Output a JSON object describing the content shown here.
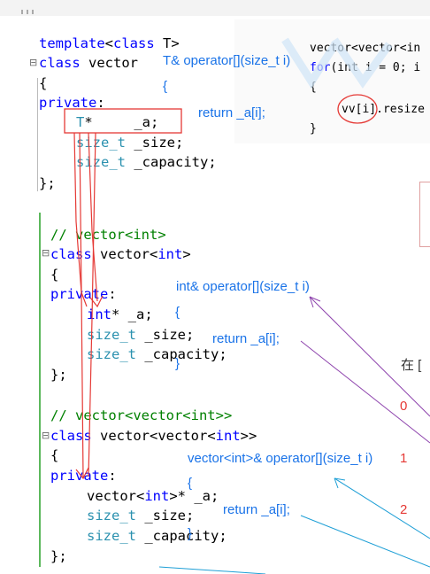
{
  "block1": {
    "line1": {
      "kw1": "template",
      "p1": "<",
      "kw2": "class",
      "p2": " T>"
    },
    "line2": {
      "kw": "class",
      "name": " vector"
    },
    "line3": "{",
    "line4": {
      "kw": "private",
      "colon": ":"
    },
    "line5": {
      "ty": "T",
      "rest": "*     _a;"
    },
    "line6": {
      "ty": "size_t",
      "rest": " _size;"
    },
    "line7": {
      "ty": "size_t",
      "rest": " _capacity;"
    },
    "line8": "};"
  },
  "block2": {
    "comment": "// vector<int>",
    "line2": {
      "kw": "class",
      "name": " vector<",
      "kw2": "int",
      "close": ">"
    },
    "line3": "{",
    "line4": {
      "kw": "private",
      "colon": ":"
    },
    "line5": {
      "kw": "int",
      "rest": "* _a;"
    },
    "line6": {
      "ty": "size_t",
      "rest": " _size;"
    },
    "line7": {
      "ty": "size_t",
      "rest": " _capacity;"
    },
    "line8": "};"
  },
  "block3": {
    "comment": "// vector<vector<int>>",
    "line2": {
      "kw": "class",
      "name": " vector<vector<",
      "kw2": "int",
      "close": ">>"
    },
    "line3": "{",
    "line4": {
      "kw": "private",
      "colon": ":"
    },
    "line5": {
      "pre": "vector<",
      "kw": "int",
      "rest": ">* _a;"
    },
    "line6": {
      "ty": "size_t",
      "rest": " _size;"
    },
    "line7": {
      "ty": "size_t",
      "rest": " _capacity;"
    },
    "line8": "};"
  },
  "annotations": {
    "op1": "T& operator[](size_t i)",
    "brace1": "{",
    "ret1": "return _a[i];",
    "op2": "int& operator[](size_t i)",
    "brace2": "{",
    "ret2": "return _a[i];",
    "brace2b": "}",
    "op3": "vector<int>& operator[](size_t i)",
    "brace3": "{",
    "ret3": "return _a[i];",
    "brace3b": "}"
  },
  "side_panel": {
    "line1": "vector<vector<in",
    "line2": {
      "kw": "for",
      "rest": "(int i = 0; i"
    },
    "line3": "{",
    "line4": {
      "pre": "vv[i]",
      "rest": ".resize"
    },
    "line5": "}"
  },
  "side_text": {
    "cn": "在 [",
    "n0": "0",
    "n1": "1",
    "n2": "2"
  },
  "colors": {
    "keyword": "#0000ff",
    "type": "#2b91af",
    "comment": "#008000",
    "annotation_blue": "#1a73e8",
    "annotation_red": "#e53935",
    "arrow_purple": "#8e44ad",
    "arrow_cyan": "#1e9fd6"
  }
}
